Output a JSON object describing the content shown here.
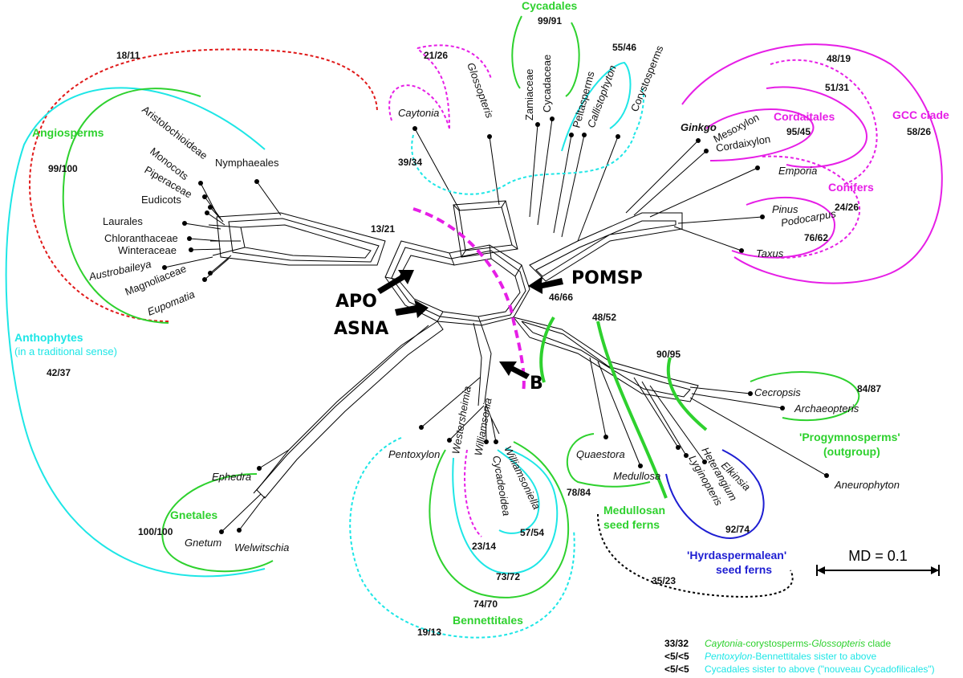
{
  "colors": {
    "green": "#2ed12e",
    "magenta": "#e61ee6",
    "cyan": "#1ee6e6",
    "blue": "#1e1ed2",
    "red": "#e01a1a",
    "black": "#000000"
  },
  "taxa": {
    "nymphaeales": "Nymphaeales",
    "aristolochioideae": "Aristolochioideae",
    "monocots": "Monocots",
    "piperaceae": "Piperaceae",
    "eudicots": "Eudicots",
    "laurales": "Laurales",
    "chloranthaceae": "Chloranthaceae",
    "winteraceae": "Winteraceae",
    "austrobaileya": "Austrobaileya",
    "magnoliaceae": "Magnoliaceae",
    "eupomatia": "Eupomatia",
    "caytonia": "Caytonia",
    "glossopteris": "Glossopteris",
    "zamiaceae": "Zamiaceae",
    "cycadaceae": "Cycadaceae",
    "peltasperms": "Peltasperms",
    "callistophyton": "Callistophyton",
    "corystosperms": "Corystosperms",
    "ginkgo": "Ginkgo",
    "mesoxylon": "Mesoxylon",
    "cordaixylon": "Cordaixylon",
    "emporia": "Emporia",
    "pinus": "Pinus",
    "podocarpus": "Podocarpus",
    "taxus": "Taxus",
    "cecropsis": "Cecropsis",
    "archaeopteris": "Archaeopteris",
    "aneurophyton": "Aneurophyton",
    "quaestora": "Quaestora",
    "medullosa": "Medullosa",
    "heterangium": "Heterangium",
    "lyginopteris": "Lyginopteris",
    "elkinsia": "Elkinsia",
    "pentoxylon": "Pentoxylon",
    "westersheimia": "Westersheimia",
    "williamsonia": "Williamsonia",
    "cycadeoidea": "Cycadeoidea",
    "williamsoniella": "Williamsoniella",
    "ephedra": "Ephedra",
    "gnetum": "Gnetum",
    "welwitschia": "Welwitschia"
  },
  "groups": {
    "angiosperms": "Angiosperms",
    "cycadales": "Cycadales",
    "cordaitales": "Cordaitales",
    "gcc_clade": "GCC clade",
    "conifers": "Conifers",
    "progymnosperms_1": "'Progymnosperms'",
    "progymnosperms_2": "(outgroup)",
    "medullosan_1": "Medullosan",
    "medullosan_2": "seed ferns",
    "hydrasperm_1": "'Hyrdaspermalean'",
    "hydrasperm_2": "seed ferns",
    "gnetales": "Gnetales",
    "bennettitales": "Bennettitales",
    "anthophytes_1": "Anthophytes",
    "anthophytes_2": "(in a traditional sense)"
  },
  "support": {
    "s18_11": "18/11",
    "s99_100": "99/100",
    "s42_37": "42/37",
    "s21_26": "21/26",
    "s39_34": "39/34",
    "s99_91": "99/91",
    "s55_46": "55/46",
    "s48_19": "48/19",
    "s51_31": "51/31",
    "s95_45": "95/45",
    "s58_26": "58/26",
    "s24_26": "24/26",
    "s76_62": "76/62",
    "s13_21": "13/21",
    "s46_66": "46/66",
    "s48_52": "48/52",
    "s90_95": "90/95",
    "s84_87": "84/87",
    "s78_84": "78/84",
    "s92_74": "92/74",
    "s35_23": "35/23",
    "s57_54": "57/54",
    "s23_14": "23/14",
    "s73_72": "73/72",
    "s74_70": "74/70",
    "s19_13": "19/13",
    "s100_100": "100/100"
  },
  "arrows": {
    "apo": "APO",
    "asna": "ASNA",
    "pomsp": "POMSP",
    "b": "B"
  },
  "scale": {
    "label": "MD = 0.1"
  },
  "legend": {
    "row1_value": "33/32",
    "row1_prefix": "Caytonia",
    "row1_mid": "-corystosperms-",
    "row1_mid2": "Glossopteris",
    "row1_suffix": " clade",
    "row2_value": "<5/<5",
    "row2_prefix": "Pentoxylon",
    "row2_suffix": "-Bennettitales sister to above",
    "row3_value": "<5/<5",
    "row3_text": "Cycadales sister to above (\"nouveau Cycadofilicales\")"
  }
}
